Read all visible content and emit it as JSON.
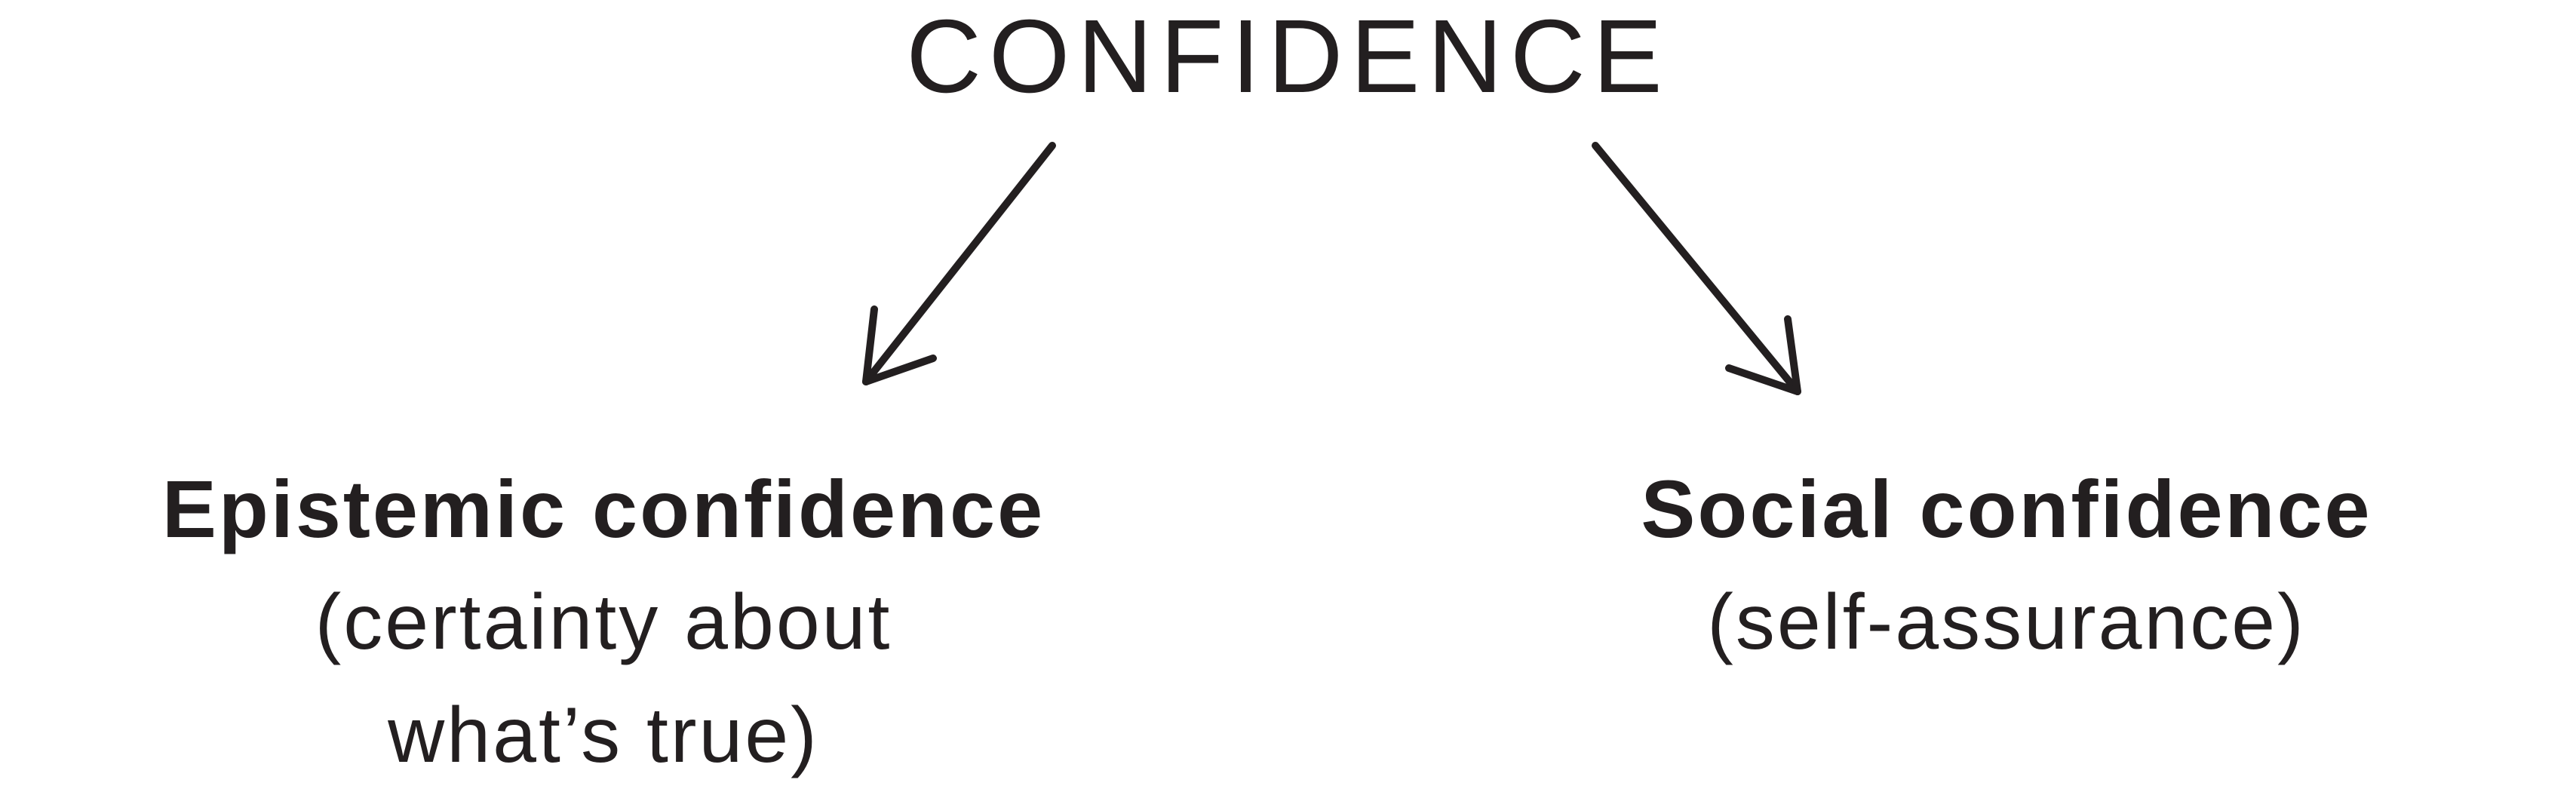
{
  "diagram": {
    "title": "CONFIDENCE",
    "branches": [
      {
        "heading": "Epistemic confidence",
        "sub_lines": [
          "(certainty about",
          "what’s true)"
        ]
      },
      {
        "heading": "Social confidence",
        "sub_lines": [
          "(self-assurance)"
        ]
      }
    ]
  },
  "colors": {
    "ink": "#231f20",
    "background": "#ffffff"
  }
}
